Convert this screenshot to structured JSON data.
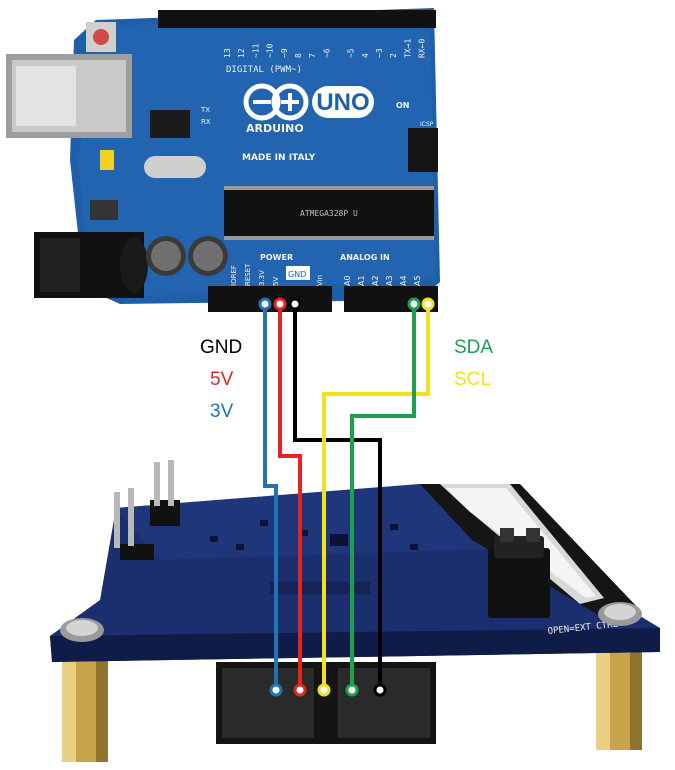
{
  "labels": {
    "gnd": "GND",
    "v5": "5V",
    "v3": "3V",
    "sda": "SDA",
    "scl": "SCL"
  },
  "colors": {
    "gnd": "#000000",
    "v5": "#e52421",
    "v3": "#1f73b7",
    "sda": "#1aa04f",
    "scl": "#f2e21b",
    "board_blue": "#1f5fa8",
    "module_blue": "#1b2f6e"
  },
  "arduino": {
    "logo_word": "UNO",
    "brand": "ARDUINO",
    "made_in": "MADE IN ITALY",
    "digital_label": "DIGITAL (PWM~)",
    "power_label": "POWER",
    "analog_label": "ANALOG IN",
    "on_label": "ON",
    "chip_text": "ATMEGA328P U",
    "tx": "TX",
    "rx": "RX",
    "icsp": "ICSP",
    "pin_gnd": "GND",
    "pin_5v": "5V",
    "pin_33v": "3.3V",
    "pin_vin": "Vin",
    "pin_reset": "RESET",
    "pin_ioref": "IOREF",
    "pin_a0": "A0",
    "pin_a1": "A1",
    "pin_a2": "A2",
    "pin_a3": "A3",
    "pin_a4": "A4",
    "pin_a5": "A5",
    "digital_pins": [
      "13",
      "12",
      "~11",
      "~10",
      "~9",
      "8",
      "7",
      "~6",
      "~5",
      "4",
      "~3",
      "2",
      "TX→1",
      "RX←0"
    ]
  },
  "module": {
    "jumper_label": "OPEN=EXT CTRL"
  }
}
